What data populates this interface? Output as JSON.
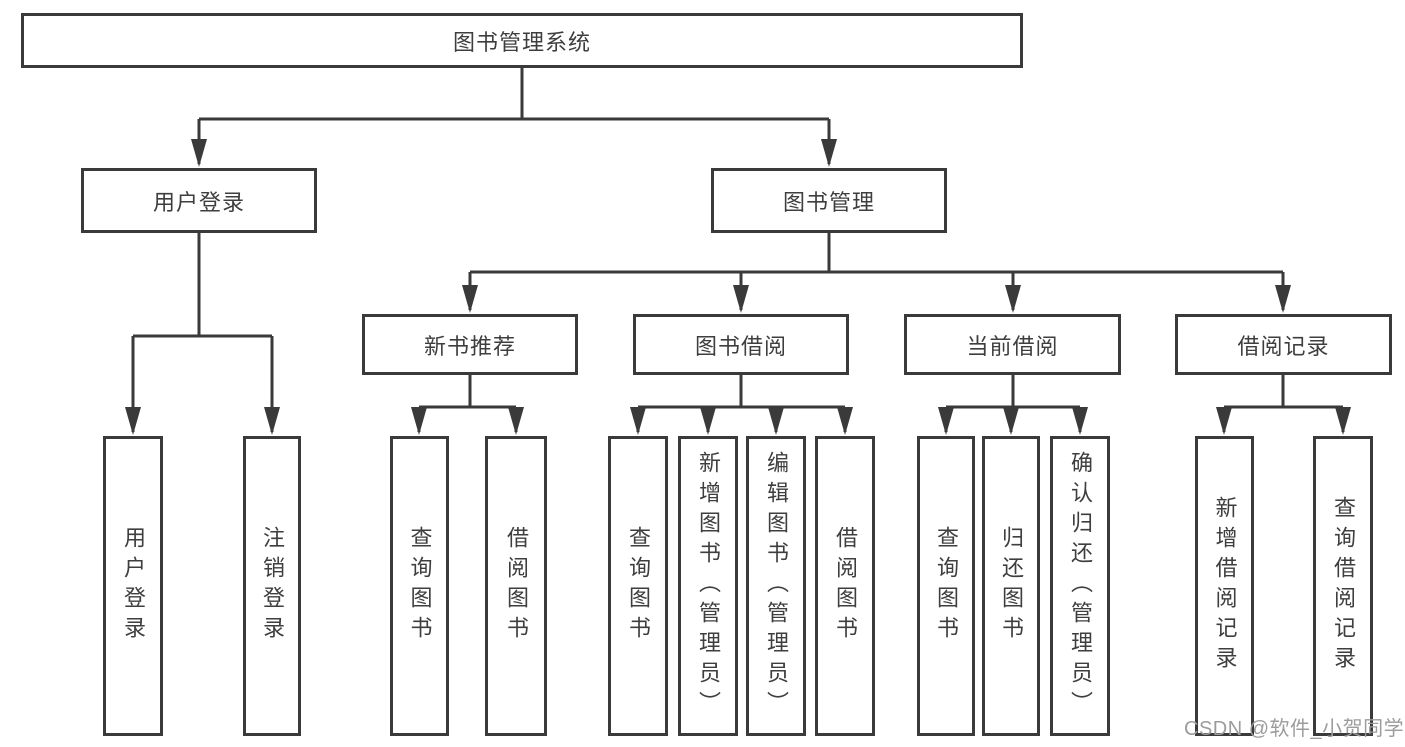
{
  "diagram": {
    "type": "hierarchy",
    "root": {
      "label": "图书管理系统"
    },
    "level2": [
      {
        "id": "user-login",
        "label": "用户登录",
        "parent": "图书管理系统"
      },
      {
        "id": "book-management",
        "label": "图书管理",
        "parent": "图书管理系统"
      }
    ],
    "level3": [
      {
        "id": "new-book-recommend",
        "label": "新书推荐",
        "parent": "图书管理"
      },
      {
        "id": "book-borrowing",
        "label": "图书借阅",
        "parent": "图书管理"
      },
      {
        "id": "current-borrowing",
        "label": "当前借阅",
        "parent": "图书管理"
      },
      {
        "id": "borrowing-records",
        "label": "借阅记录",
        "parent": "图书管理"
      }
    ],
    "leaves": [
      {
        "label": "用户登录",
        "parent": "用户登录"
      },
      {
        "label": "注销登录",
        "parent": "用户登录"
      },
      {
        "label": "查询图书",
        "parent": "新书推荐"
      },
      {
        "label": "借阅图书",
        "parent": "新书推荐"
      },
      {
        "label": "查询图书",
        "parent": "图书借阅"
      },
      {
        "label": "新增图书（管理员）",
        "parent": "图书借阅"
      },
      {
        "label": "编辑图书（管理员）",
        "parent": "图书借阅"
      },
      {
        "label": "借阅图书",
        "parent": "图书借阅"
      },
      {
        "label": "查询图书",
        "parent": "当前借阅"
      },
      {
        "label": "归还图书",
        "parent": "当前借阅"
      },
      {
        "label": "确认归还（管理员）",
        "parent": "当前借阅"
      },
      {
        "label": "新增借阅记录",
        "parent": "借阅记录"
      },
      {
        "label": "查询借阅记录",
        "parent": "借阅记录"
      }
    ],
    "colors": {
      "line": "#3a3a3a",
      "text": "#3e3e3e",
      "watermark": "#9c9c9c",
      "background": "#ffffff"
    }
  },
  "watermark": {
    "text": "CSDN @软件_小贺同学"
  }
}
